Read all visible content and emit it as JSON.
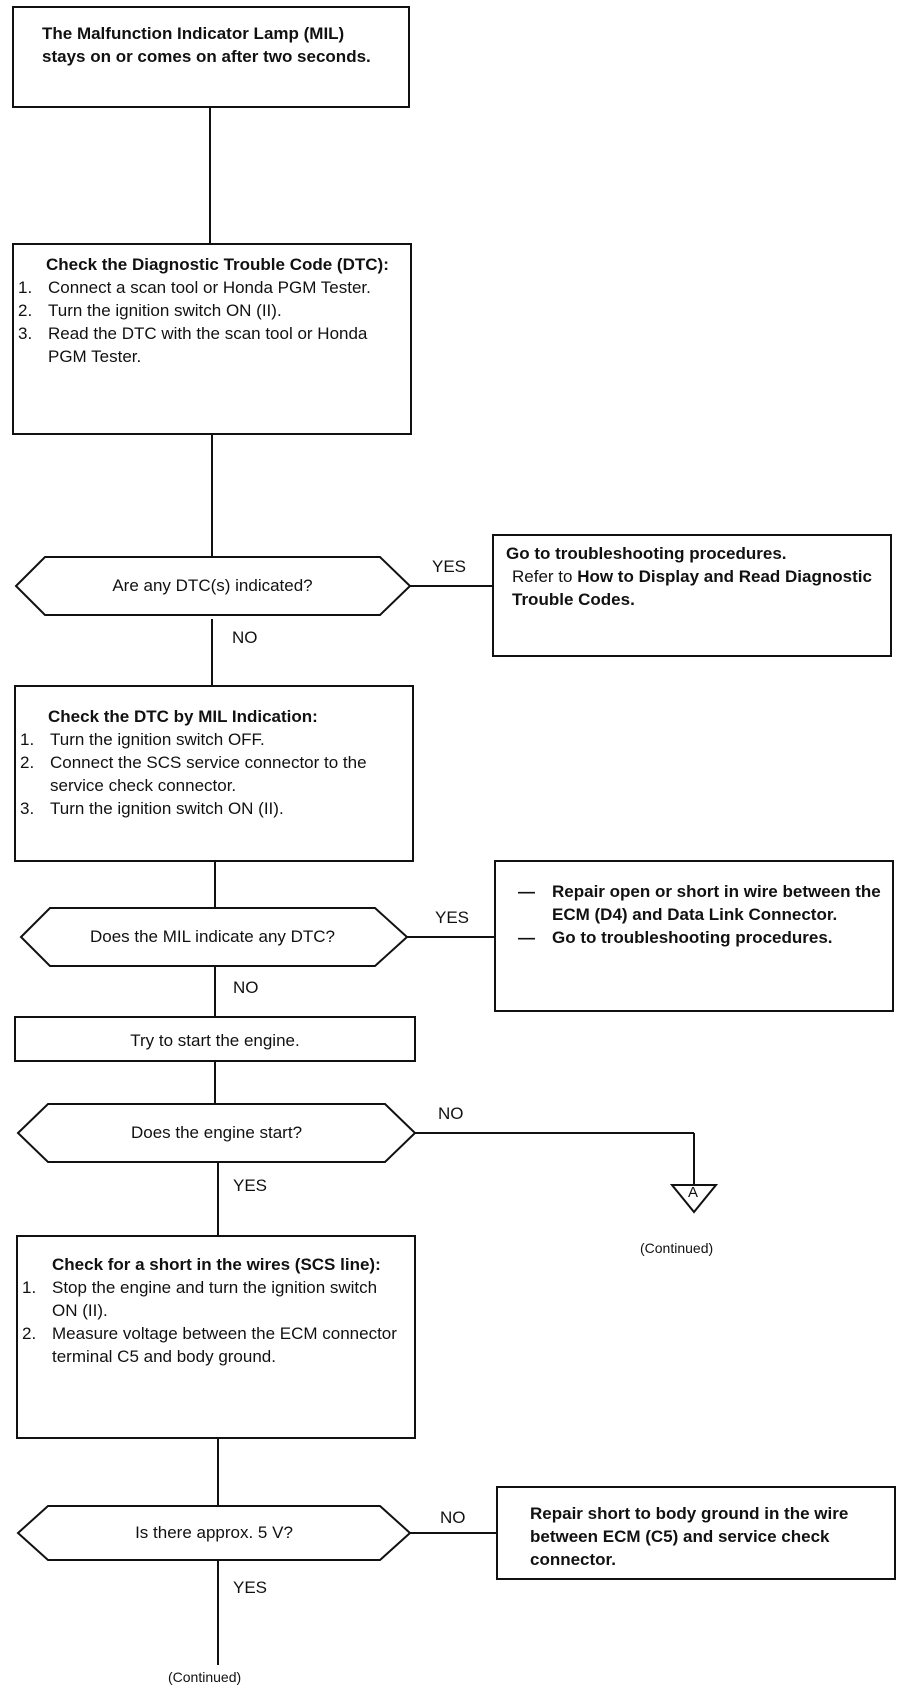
{
  "start": {
    "text": "The Malfunction Indicator Lamp (MIL) stays on or comes on after two seconds."
  },
  "check_dtc": {
    "title": "Check the Diagnostic Trouble Code (DTC):",
    "steps": [
      {
        "num": "1.",
        "text": "Connect a scan tool or Honda PGM Tester."
      },
      {
        "num": "2.",
        "text": "Turn the ignition switch ON (II)."
      },
      {
        "num": "3.",
        "text": "Read the DTC with the scan tool or Honda PGM Tester."
      }
    ]
  },
  "q_dtc": {
    "text": "Are any DTC(s) indicated?",
    "yes": "YES",
    "no": "NO"
  },
  "troubleshoot": {
    "title": "Go to troubleshooting procedures.",
    "prefix": "Refer to ",
    "ref": "How to Display and Read Diagnostic Trouble Codes."
  },
  "check_mil": {
    "title": "Check the DTC by MIL Indication:",
    "steps": [
      {
        "num": "1.",
        "text": "Turn the ignition switch OFF."
      },
      {
        "num": "2.",
        "text": "Connect the SCS service connector to the service check connector."
      },
      {
        "num": "3.",
        "text": "Turn the ignition switch ON (II)."
      }
    ]
  },
  "q_mil": {
    "text": "Does the MIL indicate any DTC?",
    "yes": "YES",
    "no": "NO"
  },
  "repair_open": {
    "items": [
      {
        "dash": "—",
        "text": "Repair open or short in wire between the ECM (D4) and Data Link Connector."
      },
      {
        "dash": "—",
        "text": "Go to troubleshooting procedures."
      }
    ]
  },
  "try_start": {
    "text": "Try to start the engine."
  },
  "q_start": {
    "text": "Does the engine start?",
    "no": "NO",
    "yes": "YES"
  },
  "connector_a": {
    "label": "A",
    "continued": "(Continued)"
  },
  "check_short": {
    "title": "Check for a short in the wires (SCS line):",
    "steps": [
      {
        "num": "1.",
        "text": "Stop the engine and turn the ignition switch ON (II)."
      },
      {
        "num": "2.",
        "text": "Measure voltage between the ECM connector terminal C5 and body ground."
      }
    ]
  },
  "q_voltage": {
    "text": "Is there approx. 5 V?",
    "no": "NO",
    "yes": "YES"
  },
  "repair_ground": {
    "text": "Repair short to body ground in the wire between ECM (C5) and service check connector."
  },
  "bottom": {
    "continued": "(Continued)"
  }
}
